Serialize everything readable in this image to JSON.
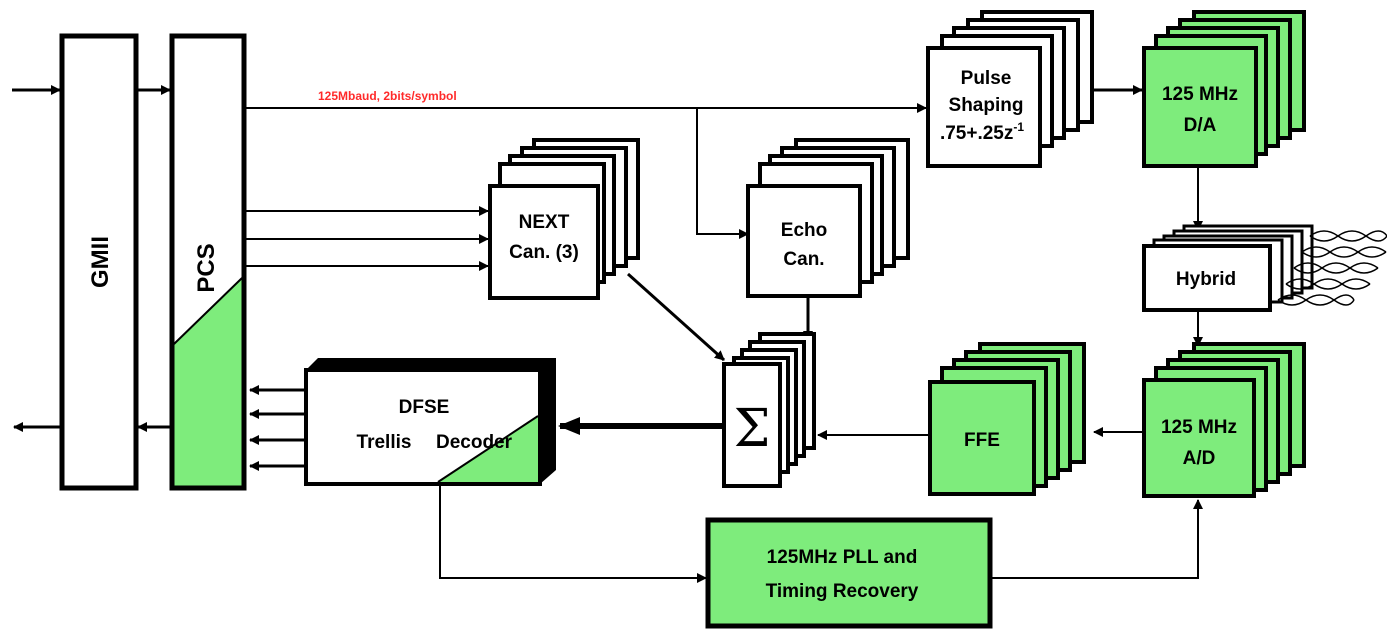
{
  "blocks": {
    "gmii": "GMII",
    "pcs": "PCS",
    "pulse_shaping": {
      "line1": "Pulse",
      "line2": "Shaping",
      "line3": ".75+.25z",
      "sup": "-1"
    },
    "da": {
      "line1": "125 MHz",
      "line2": "D/A"
    },
    "next_canceller": {
      "line1": "NEXT",
      "line2": "Can. (3)"
    },
    "echo_canceller": {
      "line1": "Echo",
      "line2": "Can."
    },
    "hybrid": "Hybrid",
    "summer": "Σ",
    "dfse": {
      "line1": "DFSE",
      "line2": "Trellis",
      "line3": "Decoder"
    },
    "ffe": "FFE",
    "ad": {
      "line1": "125 MHz",
      "line2": "A/D"
    },
    "pll": {
      "line1": "125MHz PLL and",
      "line2": "Timing Recovery"
    }
  },
  "annotations": {
    "symbol_rate": "125Mbaud, 2bits/symbol"
  },
  "colors": {
    "accent_green": "#7eec7c",
    "annotation_red": "#ff2a2a",
    "stroke": "#000000",
    "background": "#ffffff"
  }
}
